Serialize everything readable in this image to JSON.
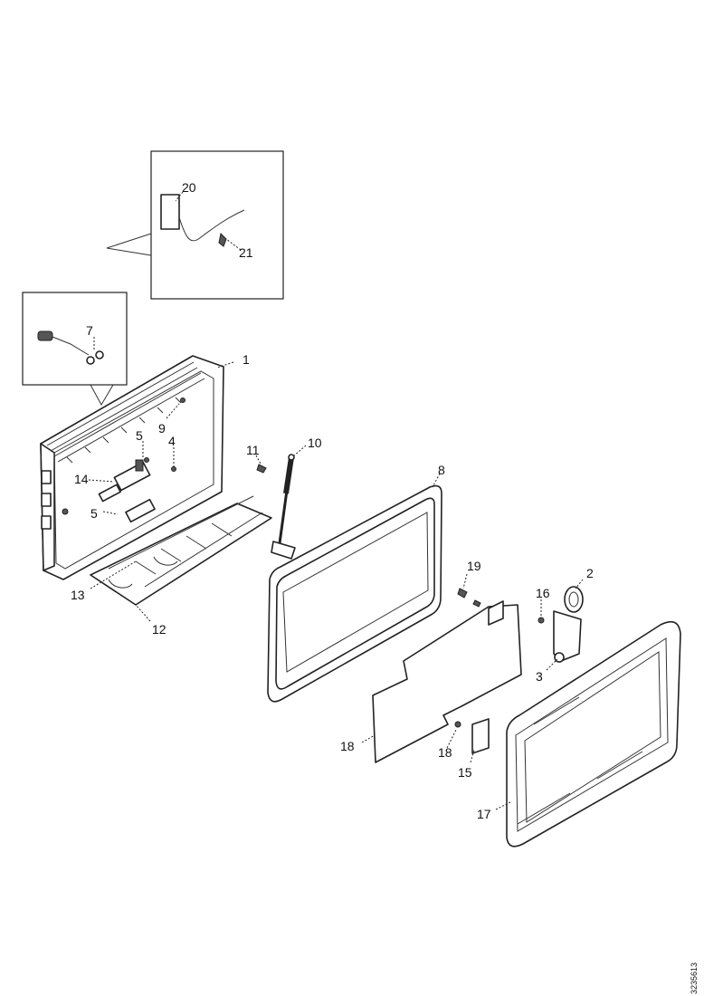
{
  "callouts": [
    {
      "id": "c1",
      "label": "1"
    },
    {
      "id": "c2",
      "label": "2"
    },
    {
      "id": "c3",
      "label": "3"
    },
    {
      "id": "c4",
      "label": "4"
    },
    {
      "id": "c5a",
      "label": "5"
    },
    {
      "id": "c5b",
      "label": "5"
    },
    {
      "id": "c7",
      "label": "7"
    },
    {
      "id": "c8",
      "label": "8"
    },
    {
      "id": "c9",
      "label": "9"
    },
    {
      "id": "c10",
      "label": "10"
    },
    {
      "id": "c11",
      "label": "11"
    },
    {
      "id": "c12",
      "label": "12"
    },
    {
      "id": "c13",
      "label": "13"
    },
    {
      "id": "c14",
      "label": "14"
    },
    {
      "id": "c15",
      "label": "15"
    },
    {
      "id": "c16",
      "label": "16"
    },
    {
      "id": "c17",
      "label": "17"
    },
    {
      "id": "c18a",
      "label": "18"
    },
    {
      "id": "c18b",
      "label": "18"
    },
    {
      "id": "c19",
      "label": "19"
    },
    {
      "id": "c20",
      "label": "20"
    },
    {
      "id": "c21",
      "label": "21"
    }
  ],
  "document_number": "3235613"
}
